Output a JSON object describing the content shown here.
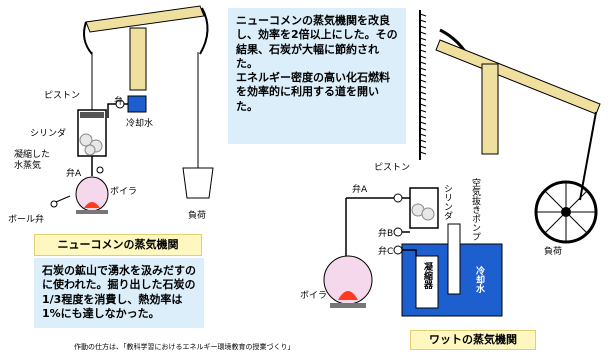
{
  "newcomen": {
    "title": "ニューコメンの蒸気機関",
    "description": "石炭の鉱山で湧水を汲みだすのに使われた。掘り出した石炭の1/3程度を消費し、熱効率は1%にも達しなかった。",
    "labels": {
      "piston": "ピストン",
      "valve": "弁",
      "cooling_water": "冷却水",
      "cylinder": "シリンダ",
      "condensed_steam": "凝縮した\n水蒸気",
      "valve_a": "弁A",
      "boiler": "ボイラ",
      "ball_valve": "ボール弁",
      "load": "負荷"
    }
  },
  "watt": {
    "title": "ワットの蒸気機関",
    "description": "ニューコメンの蒸気機関を改良し、効率を2倍以上にした。その結果、石炭が大幅に節約された。\nエネルギー密度の高い化石燃料を効率的に利用する道を開いた。",
    "labels": {
      "piston": "ピストン",
      "valve_a": "弁A",
      "valve_b": "弁B",
      "valve_c": "弁C",
      "cylinder": "シリンダ",
      "air_pump": "空気抜きポンプ",
      "condenser": "凝縮器",
      "cooling_water": "冷却水",
      "boiler": "ボイラ",
      "load": "負荷"
    }
  },
  "footer": "作動の仕方は、「教科学習におけるエネルギー環境教育の授業づくり」",
  "colors": {
    "beam": "#f0e0a0",
    "callout_blue": "#dbeefa",
    "callout_yellow": "#fff7c0",
    "water": "#1e5fd0",
    "flame": "#ff3b1f",
    "boiler_glass": "#f6d8ec"
  }
}
